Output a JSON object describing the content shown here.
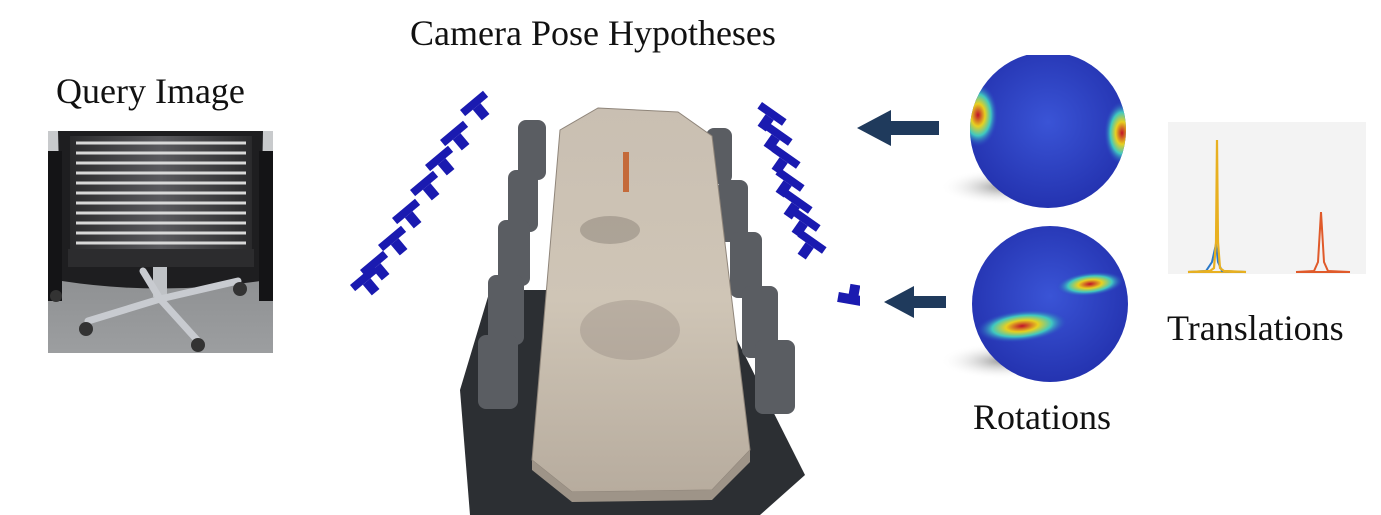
{
  "labels": {
    "query_image": "Query Image",
    "camera_pose_hypotheses": "Camera Pose Hypotheses",
    "rotations": "Rotations",
    "translations": "Translations"
  },
  "colors": {
    "camera_blue": "#1a1ab0",
    "arrow": "#1f3a5c",
    "sphere_base": "#2a3fc4",
    "peak_red": "#c0102a",
    "series_yellow": "#e8b020",
    "series_blue": "#2a78c8",
    "series_orange": "#e05a2a"
  }
}
